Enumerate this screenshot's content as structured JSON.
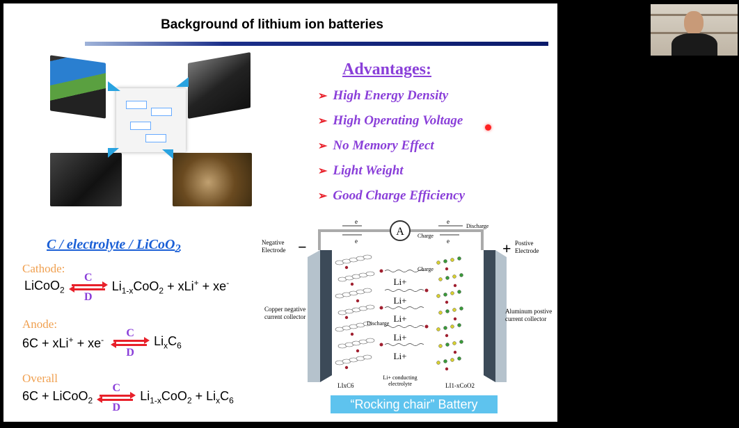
{
  "slide": {
    "title": "Background of lithium ion batteries",
    "advantages": {
      "heading": "Advantages:",
      "items": [
        "High Energy Density",
        "High Operating Voltage",
        "No Memory Effect",
        "Light Weight",
        "Good Charge Efficiency"
      ]
    },
    "equations": {
      "title": "C / electrolyte / LiCoO",
      "title_sub": "2",
      "charge_label": "C",
      "discharge_label": "D",
      "cathode": {
        "label": "Cathode:"
      },
      "anode": {
        "label": "Anode:"
      },
      "overall": {
        "label": "Overall"
      }
    },
    "diagram": {
      "ammeter": "A",
      "electron": "e",
      "discharge": "Discharge",
      "charge": "Charge",
      "negative_label_1": "Negative",
      "negative_label_2": "Electrode",
      "positive_label_1": "Postive",
      "positive_label_2": "Electrode",
      "minus": "−",
      "plus": "+",
      "copper_1": "Copper negative",
      "copper_2": "current collector",
      "aluminum_1": "Aluminum postive",
      "aluminum_2": "current collector",
      "li_ion": "Li+",
      "electrolyte_1": "Li+ conducting",
      "electrolyte_2": "electrolyte",
      "anode_material": "LIxC6",
      "cathode_material": "LI1-xCoO2"
    },
    "badge": "“Rocking chair” Battery"
  },
  "colors": {
    "accent": "#8a3fd9",
    "arrow": "#e8202a",
    "orange": "#f0a050",
    "link": "#1a5fd6",
    "badge": "#5ec3ee"
  }
}
